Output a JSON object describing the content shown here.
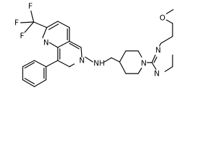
{
  "molecule": {
    "labels": {
      "f_top": "F",
      "f_left": "F",
      "f_bottom": "F",
      "n_quinoline_left": "N",
      "n_quinoline_right": "N",
      "nh": "NH",
      "n_piperidine": "N",
      "n_pyrimidine_top": "N",
      "n_pyrimidine_bottom": "N",
      "o_methoxy": "O"
    }
  }
}
